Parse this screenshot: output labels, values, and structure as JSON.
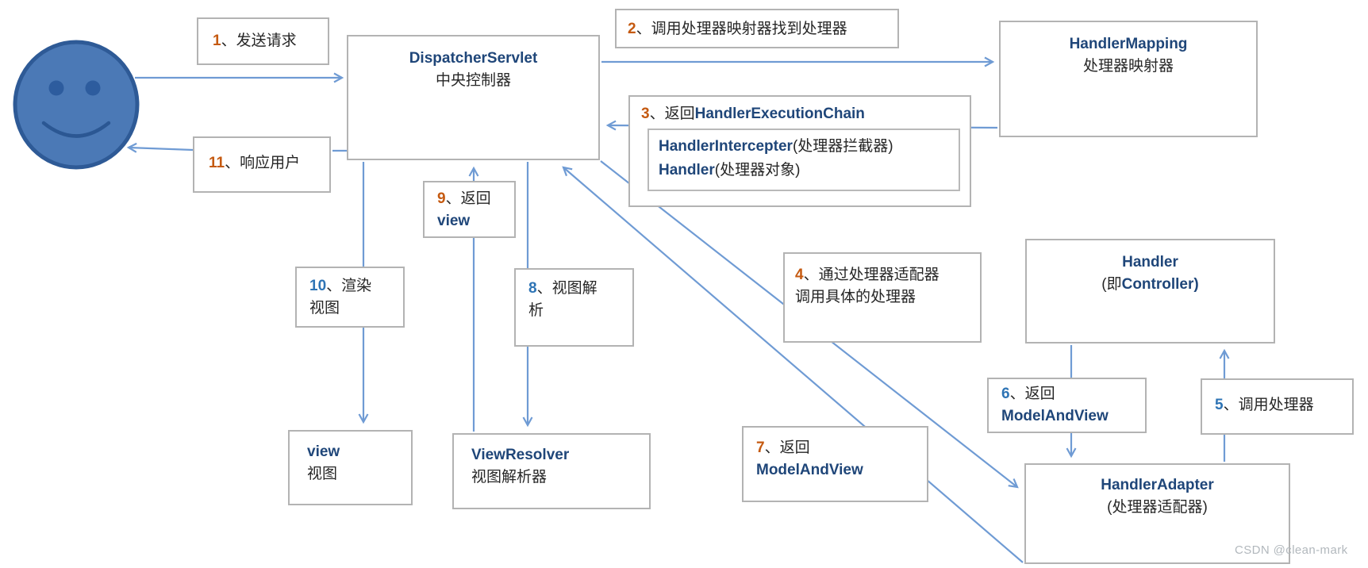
{
  "colors": {
    "arrow": "#6f9bd4",
    "number_orange": "#C55A11",
    "number_blue": "#2E74B5",
    "class_name_navy": "#1F4679",
    "text_dark": "#262626",
    "box_border_gray": "#B3B3B3",
    "face_fill": "#4B79B6",
    "face_stroke": "#2E5A96"
  },
  "nodes": {
    "dispatcher_servlet": {
      "lines": [
        [
          {
            "t": "DispatcherServlet",
            "c": "en"
          }
        ],
        [
          {
            "t": "中央控制器",
            "c": "zh"
          }
        ]
      ]
    },
    "handler_mapping": {
      "lines": [
        [
          {
            "t": "HandlerMapping",
            "c": "en"
          }
        ],
        [
          {
            "t": "处理器映射器",
            "c": "zh"
          }
        ]
      ]
    },
    "handler": {
      "lines": [
        [
          {
            "t": "Handler",
            "c": "en"
          }
        ],
        [
          {
            "t": "(即",
            "c": "zh"
          },
          {
            "t": "Controller)",
            "c": "en"
          }
        ]
      ]
    },
    "handler_adapter": {
      "lines": [
        [
          {
            "t": "HandlerAdapter",
            "c": "en"
          }
        ],
        [
          {
            "t": "(处理器适配器)",
            "c": "zh"
          }
        ]
      ]
    },
    "view": {
      "lines": [
        [
          {
            "t": "view",
            "c": "en"
          }
        ],
        [
          {
            "t": "视图",
            "c": "zh"
          }
        ]
      ]
    },
    "view_resolver": {
      "lines": [
        [
          {
            "t": "ViewResolver",
            "c": "en"
          }
        ],
        [
          {
            "t": "视图解析器",
            "c": "zh"
          }
        ]
      ]
    }
  },
  "steps": {
    "s1": {
      "lines": [
        [
          {
            "t": "1",
            "c": "o"
          },
          {
            "t": "、发送请求",
            "c": "zh"
          }
        ]
      ]
    },
    "s2": {
      "lines": [
        [
          {
            "t": "2",
            "c": "o"
          },
          {
            "t": "、调用处理器映射器找到处理器",
            "c": "zh"
          }
        ]
      ]
    },
    "s3": {
      "title": [
        [
          {
            "t": "3",
            "c": "o"
          },
          {
            "t": "、返回",
            "c": "zh"
          },
          {
            "t": "HandlerExecutionChain",
            "c": "en"
          }
        ]
      ],
      "chain": [
        [
          {
            "t": "HandlerIntercepter",
            "c": "en"
          },
          {
            "t": "(处理器拦截器)",
            "c": "zh"
          }
        ],
        [
          {
            "t": "Handler",
            "c": "en"
          },
          {
            "t": "(处理器对象)",
            "c": "zh"
          }
        ]
      ]
    },
    "s4": {
      "lines": [
        [
          {
            "t": "4",
            "c": "o"
          },
          {
            "t": "、通过处理器适配器",
            "c": "zh"
          }
        ],
        [
          {
            "t": "调用具体的处理器",
            "c": "zh"
          }
        ]
      ]
    },
    "s5": {
      "lines": [
        [
          {
            "t": "5",
            "c": "b"
          },
          {
            "t": "、调用处理器",
            "c": "zh"
          }
        ]
      ]
    },
    "s6": {
      "lines": [
        [
          {
            "t": "6",
            "c": "b"
          },
          {
            "t": "、返回",
            "c": "zh"
          }
        ],
        [
          {
            "t": "ModelAndView",
            "c": "en"
          }
        ]
      ]
    },
    "s7": {
      "lines": [
        [
          {
            "t": "7",
            "c": "o"
          },
          {
            "t": "、返回",
            "c": "zh"
          }
        ],
        [
          {
            "t": "ModelAndView",
            "c": "en"
          }
        ]
      ]
    },
    "s8": {
      "lines": [
        [
          {
            "t": "8",
            "c": "b"
          },
          {
            "t": "、视图解",
            "c": "zh"
          }
        ],
        [
          {
            "t": "析",
            "c": "zh"
          }
        ]
      ]
    },
    "s9": {
      "lines": [
        [
          {
            "t": "9",
            "c": "o"
          },
          {
            "t": "、返回",
            "c": "zh"
          }
        ],
        [
          {
            "t": "view",
            "c": "en"
          }
        ]
      ]
    },
    "s10": {
      "lines": [
        [
          {
            "t": "10",
            "c": "b"
          },
          {
            "t": "、渲染",
            "c": "zh"
          }
        ],
        [
          {
            "t": "视图",
            "c": "zh"
          }
        ]
      ]
    },
    "s11": {
      "lines": [
        [
          {
            "t": "11",
            "c": "o"
          },
          {
            "t": "、响应用户",
            "c": "zh"
          }
        ]
      ]
    }
  },
  "watermark": "CSDN @clean-mark"
}
